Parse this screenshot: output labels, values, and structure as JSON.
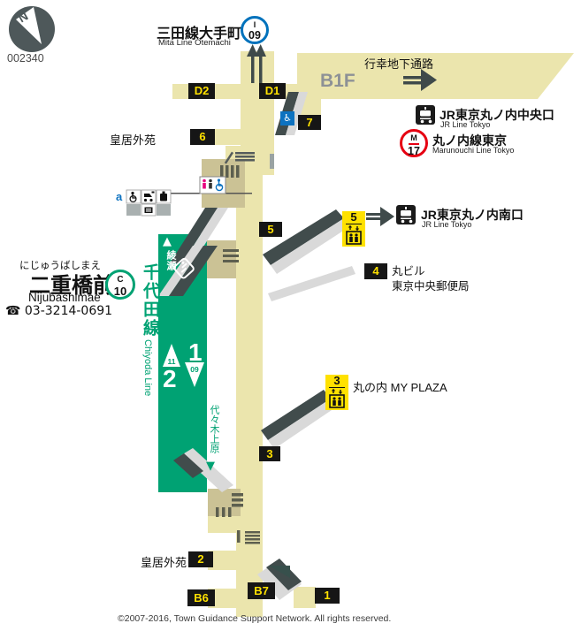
{
  "meta": {
    "map_id": "002340",
    "compass": "N",
    "copyright": "©2007-2016, Town Guidance Support Network. All rights reserved."
  },
  "station": {
    "furigana": "にじゅうばしまえ",
    "name_jp": "二重橋前",
    "name_en": "Nijubashimae",
    "phone": "☎ 03-3214-0691",
    "badge_letter": "C",
    "badge_number": "10"
  },
  "line": {
    "name_jp": "千代田線",
    "name_en": "Chiyoda Line"
  },
  "platform": {
    "track1": "1",
    "track2": "2",
    "next_up": "11",
    "next_down": "09",
    "dir_ayase": "綾瀬",
    "dir_yoyogiuehara": "代々木上原",
    "tri_up": "▲",
    "tri_down": "▼"
  },
  "mita": {
    "name_jp": "三田線大手町",
    "name_en": "Mita Line Otemachi",
    "badge_letter": "I",
    "badge_number": "09"
  },
  "passage": {
    "floor": "B1F",
    "name_jp": "行幸地下通路"
  },
  "jr_central": {
    "name_jp": "JR東京丸ノ内中央口",
    "name_en": "JR Line Tokyo"
  },
  "marunouchi": {
    "name_jp": "丸ノ内線東京",
    "name_en": "Marunouchi Line Tokyo",
    "badge_letter": "M",
    "badge_number": "17"
  },
  "jr_south": {
    "name_jp": "JR東京丸ノ内南口",
    "name_en": "JR Line Tokyo"
  },
  "exits": {
    "d2": "D2",
    "d1": "D1",
    "n6": "6",
    "n7": "7",
    "n5": "5",
    "n4": "4",
    "n3": "3",
    "n2": "2",
    "n1": "1",
    "b6": "B6",
    "b7": "B7"
  },
  "labels": {
    "kokyogaien_top": "皇居外苑",
    "kokyogaien_bottom": "皇居外苑",
    "marubiru": "丸ビル",
    "post_office": "東京中央郵便局",
    "my_plaza": "丸の内 MY PLAZA",
    "facility_a": "a",
    "wheelchair": "♿"
  },
  "elevators": {
    "ev5": "5",
    "ev3": "3"
  }
}
